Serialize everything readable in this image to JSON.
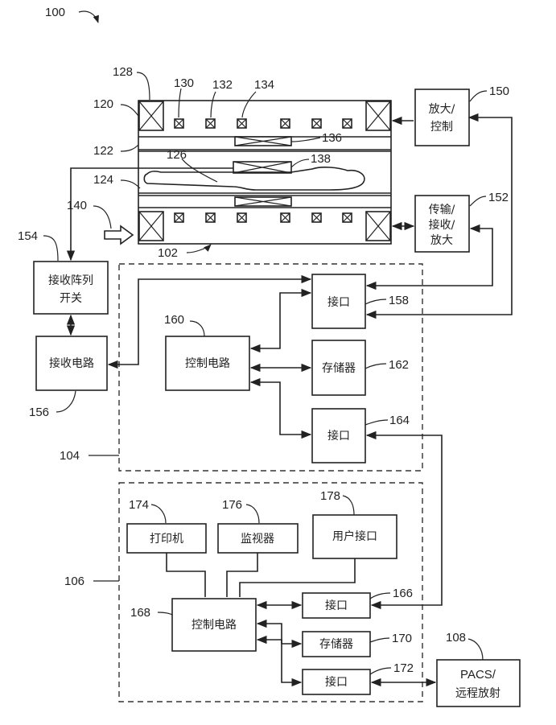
{
  "refs": {
    "r100": "100",
    "r102": "102",
    "r104": "104",
    "r106": "106",
    "r108": "108",
    "r120": "120",
    "r122": "122",
    "r124": "124",
    "r126": "126",
    "r128": "128",
    "r130": "130",
    "r132": "132",
    "r134": "134",
    "r136": "136",
    "r138": "138",
    "r140": "140",
    "r150": "150",
    "r152": "152",
    "r154": "154",
    "r156": "156",
    "r158": "158",
    "r160": "160",
    "r162": "162",
    "r164": "164",
    "r166": "166",
    "r168": "168",
    "r170": "170",
    "r172": "172",
    "r174": "174",
    "r176": "176",
    "r178": "178"
  },
  "boxes": {
    "amp_control": [
      "放大/",
      "控制"
    ],
    "tx_rx_amp": [
      "传输/",
      "接收/",
      "放大"
    ],
    "rx_array_switch": [
      "接收阵列",
      "开关"
    ],
    "rx_circuit": "接收电路",
    "interface_158": "接口",
    "control_160": "控制电路",
    "memory_162": "存储器",
    "interface_164": "接口",
    "printer": "打印机",
    "monitor": "监视器",
    "user_interface": "用户接口",
    "control_168": "控制电路",
    "interface_166": "接口",
    "memory_170": "存储器",
    "interface_172": "接口",
    "pacs": [
      "PACS/",
      "远程放射"
    ]
  }
}
